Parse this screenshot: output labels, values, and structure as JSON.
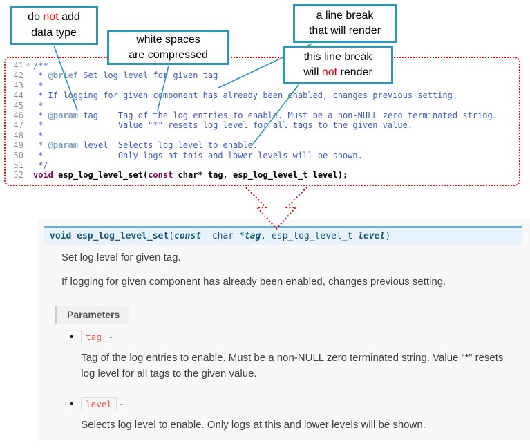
{
  "colors": {
    "callout_border": "#2e96b5",
    "annotation_red": "#e60000",
    "comment_blue": "#3f5fbf",
    "doc_tag_blue": "#7f9fbf",
    "keyword_purple": "#7f0055",
    "signature_border": "#6ab0de",
    "signature_bg": "#e7f2fa",
    "inline_code_red": "#e74c3c"
  },
  "callouts": {
    "box1": {
      "line1": [
        {
          "t": "do "
        },
        {
          "t": "not",
          "red": true
        },
        {
          "t": " add"
        }
      ],
      "line2": [
        {
          "t": "data type"
        }
      ]
    },
    "box2": {
      "line1": [
        {
          "t": "white spaces"
        }
      ],
      "line2": [
        {
          "t": "are  compressed"
        }
      ]
    },
    "box3": {
      "line1": [
        {
          "t": "a line break"
        }
      ],
      "line2": [
        {
          "t": "that will render"
        }
      ]
    },
    "box4": {
      "line1": [
        {
          "t": "this line break"
        }
      ],
      "line2": [
        {
          "t": "will "
        },
        {
          "t": "not",
          "red": true
        },
        {
          "t": " render"
        }
      ]
    }
  },
  "code": {
    "fold_glyph": "⊖",
    "lines": [
      {
        "num": "41",
        "fold": true,
        "segments": [
          {
            "t": "/**",
            "c": "comment"
          }
        ]
      },
      {
        "num": "42",
        "segments": [
          {
            "t": " * ",
            "c": "comment"
          },
          {
            "t": "@brief",
            "c": "tag"
          },
          {
            "t": " Set log level for given tag",
            "c": "comment"
          }
        ]
      },
      {
        "num": "43",
        "segments": [
          {
            "t": " *",
            "c": "comment"
          }
        ]
      },
      {
        "num": "44",
        "segments": [
          {
            "t": " * If logging for given component has already been enabled, changes previous setting.",
            "c": "comment"
          }
        ]
      },
      {
        "num": "45",
        "segments": [
          {
            "t": " *",
            "c": "comment"
          }
        ]
      },
      {
        "num": "46",
        "segments": [
          {
            "t": " * ",
            "c": "comment"
          },
          {
            "t": "@param",
            "c": "tag"
          },
          {
            "t": " tag    Tag of the log entries to enable. Must be a non-NULL zero terminated string.",
            "c": "comment"
          }
        ]
      },
      {
        "num": "47",
        "segments": [
          {
            "t": " *               Value \"*\" resets log level for all tags to the given value.",
            "c": "comment"
          }
        ]
      },
      {
        "num": "48",
        "segments": [
          {
            "t": " *",
            "c": "comment"
          }
        ]
      },
      {
        "num": "49",
        "segments": [
          {
            "t": " * ",
            "c": "comment"
          },
          {
            "t": "@param",
            "c": "tag"
          },
          {
            "t": " level  Selects log level to enable.",
            "c": "comment"
          }
        ]
      },
      {
        "num": "50",
        "segments": [
          {
            "t": " *               Only logs at this and lower levels will be shown.",
            "c": "comment"
          }
        ]
      },
      {
        "num": "51",
        "segments": [
          {
            "t": " */",
            "c": "comment"
          }
        ]
      },
      {
        "num": "52",
        "segments": [
          {
            "t": "void",
            "c": "keyword"
          },
          {
            "t": " esp_log_level_set(",
            "c": "code"
          },
          {
            "t": "const",
            "c": "keyword"
          },
          {
            "t": " char* tag, esp_log_level_t level);",
            "c": "code"
          }
        ]
      }
    ]
  },
  "docs": {
    "signature": [
      {
        "t": "void ",
        "cls": "sg-kw"
      },
      {
        "t": "esp_log_level_set",
        "cls": "sg-name"
      },
      {
        "t": "(",
        "cls": "sg-p"
      },
      {
        "t": "const",
        "cls": "sg-kwi"
      },
      {
        "t": "  char *",
        "cls": "sg-type"
      },
      {
        "t": "tag",
        "cls": "sg-param"
      },
      {
        "t": ", ",
        "cls": "sg-p"
      },
      {
        "t": "esp_log_level_t ",
        "cls": "sg-type"
      },
      {
        "t": "level",
        "cls": "sg-param"
      },
      {
        "t": ")",
        "cls": "sg-p"
      }
    ],
    "brief": "Set log level for given tag.",
    "detail": "If logging for given component has already been enabled, changes previous setting.",
    "parameters_label": "Parameters",
    "bullet_glyph": "•",
    "params": [
      {
        "name": "tag",
        "sep": " -",
        "desc": "Tag of the log entries to enable. Must be a non-NULL zero terminated string. Value “*” resets log level for all tags to the given value."
      },
      {
        "name": "level",
        "sep": " -",
        "desc": "Selects log level to enable. Only logs at this and lower levels will be shown."
      }
    ]
  }
}
